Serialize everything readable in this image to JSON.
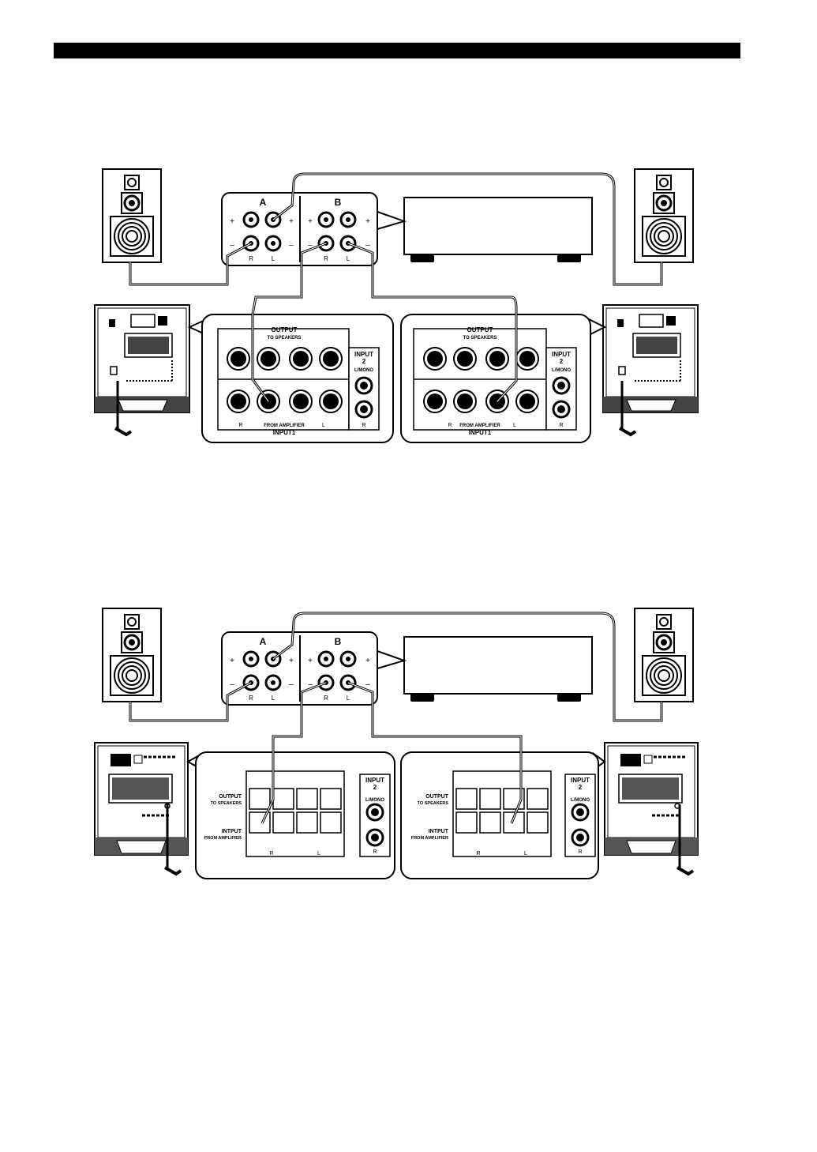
{
  "diagrams": [
    {
      "amp": {
        "group_a": "A",
        "group_b": "B",
        "plus": "+",
        "minus": "–",
        "right": "R",
        "left": "L"
      },
      "panel": {
        "output": "OUTPUT",
        "to_speakers": "TO SPEAKERS",
        "from_amplifier": "FROM AMPLIFIER",
        "input1": "INPUT1",
        "input2_a": "INPUT",
        "input2_b": "2",
        "mono": "L/MONO",
        "right": "R",
        "left": "L"
      }
    },
    {
      "amp": {
        "group_a": "A",
        "group_b": "B",
        "plus": "+",
        "minus": "–",
        "right": "R",
        "left": "L"
      },
      "panel": {
        "output": "OUTPUT",
        "to_speakers": "TO SPEAKERS",
        "input": "INTPUT",
        "from_amplifier": "FROM AMPLIFIER",
        "input2_a": "INPUT",
        "input2_b": "2",
        "mono": "L/MONO",
        "right": "R",
        "left": "L"
      }
    }
  ],
  "icons": [
    "speaker-icon",
    "amplifier-icon",
    "subwoofer-icon",
    "terminal-icon",
    "rca-jack-icon",
    "power-cord-icon"
  ]
}
